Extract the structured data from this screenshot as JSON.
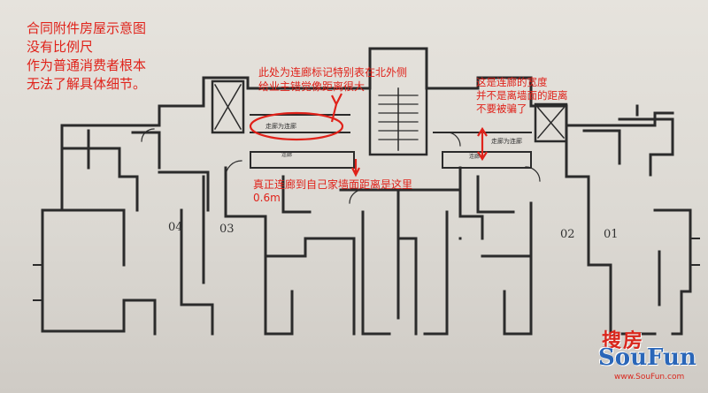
{
  "notes": {
    "top_left": [
      "合同附件房屋示意图",
      "没有比例尺",
      "作为普通消费者根本",
      "无法了解具体细节。"
    ],
    "center_top": [
      "此处为连廊标记特别表在北外侧",
      "给业主错觉像距离很大"
    ],
    "right_top": [
      "这是连廊的宽度",
      "并不是离墙面的距离",
      "不要被骗了"
    ],
    "center_bottom": [
      "真正连廊到自己家墙面距离是这里",
      "0.6m"
    ]
  },
  "plan_labels": {
    "unit_04": "04",
    "unit_03": "03",
    "unit_02": "02",
    "unit_01": "01",
    "corridor_left": "走廊为连廊",
    "corridor_right": "走廊为连廊",
    "small_left": "连廊",
    "small_right": "连廊"
  },
  "watermark": {
    "cn": "搜房",
    "en": "SouFun",
    "url": "www.SouFun.com"
  },
  "colors": {
    "annotation": "#e0221a",
    "linework": "#2b2b2b",
    "paper": "#e2dfd9"
  }
}
